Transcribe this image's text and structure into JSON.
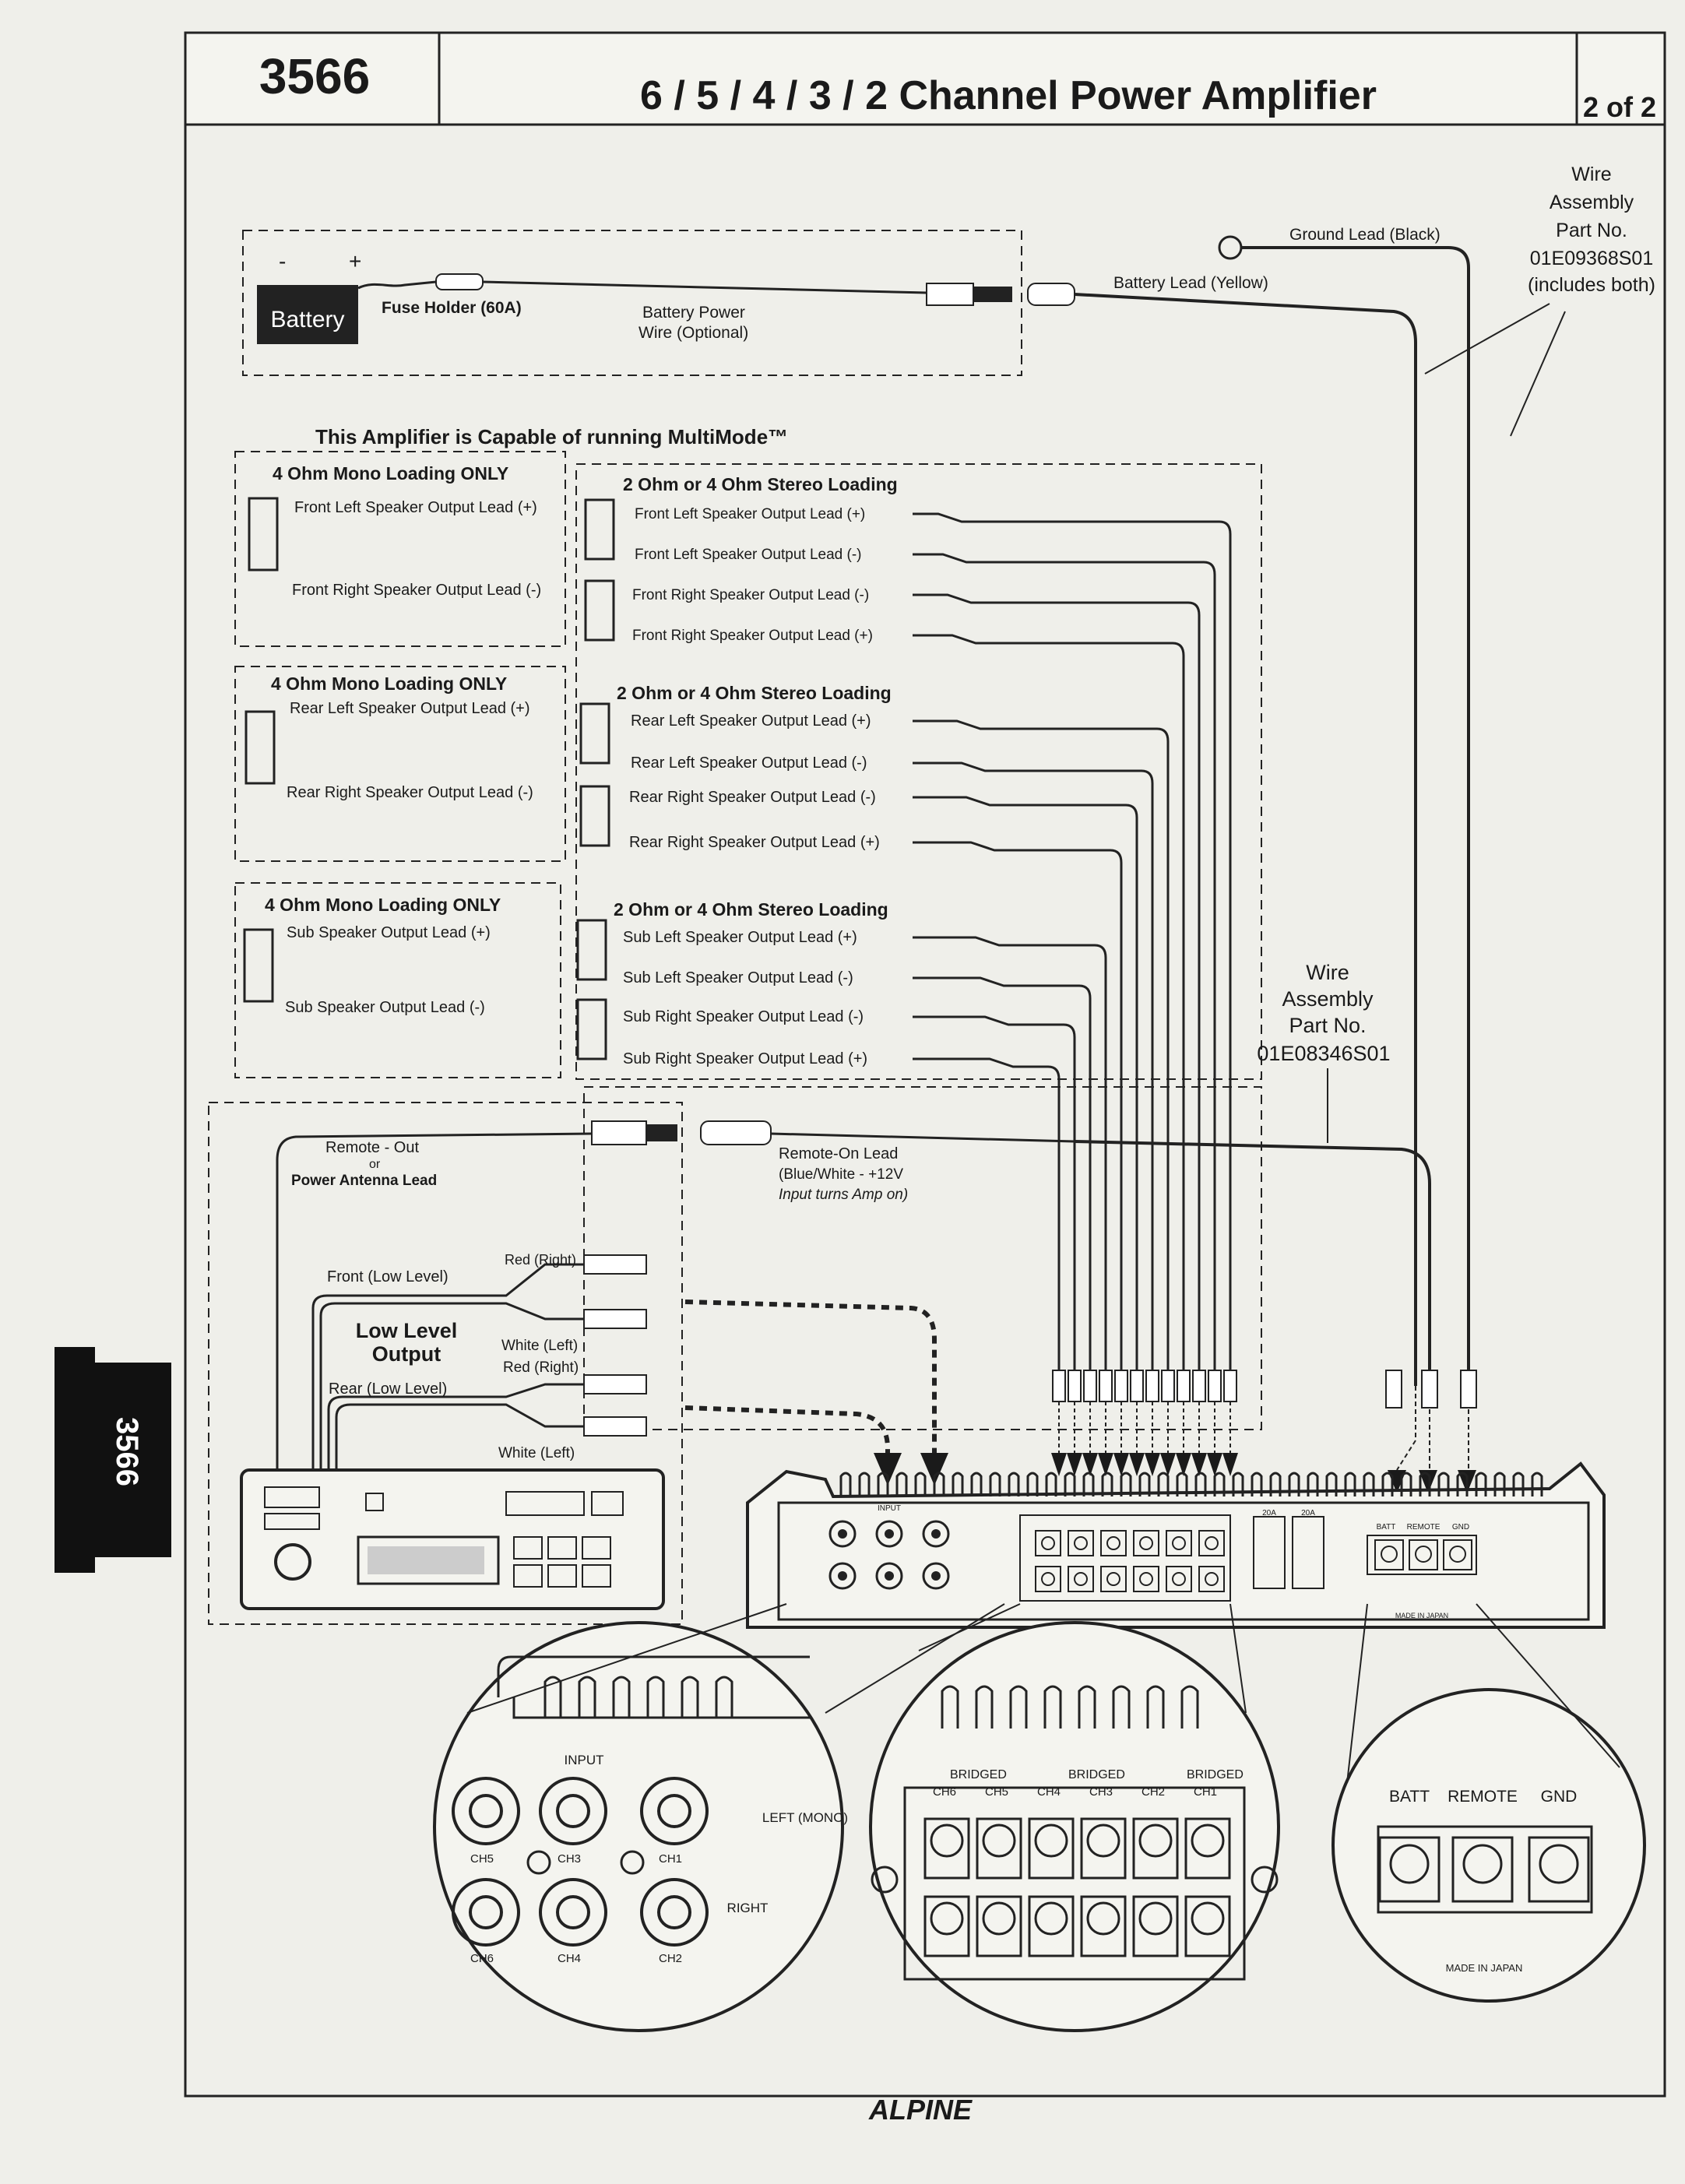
{
  "header": {
    "page_number": "3566",
    "title": "6 / 5 / 4 / 3 / 2 Channel Power Amplifier",
    "page_of": "2 of 2"
  },
  "side_tab": {
    "label": "3566"
  },
  "footer": {
    "brand": "ALPINE"
  },
  "power_section": {
    "minus_sign": "-",
    "plus_sign": "+",
    "battery_label": "Battery",
    "fuse_holder": "Fuse Holder (60A)",
    "battery_power_wire_1": "Battery Power",
    "battery_power_wire_2": "Wire (Optional)",
    "battery_lead": "Battery Lead (Yellow)",
    "ground_lead": "Ground Lead (Black)",
    "wire_assembly_top": [
      "Wire",
      "Assembly",
      "Part No.",
      "01E09368S01",
      "(includes both)"
    ]
  },
  "multimode_heading": "This Amplifier is Capable of running MultiMode™",
  "mono_front": {
    "heading": "4 Ohm Mono Loading ONLY",
    "lead_plus": "Front Left Speaker Output Lead (+)",
    "lead_minus": "Front Right Speaker Output Lead (-)"
  },
  "mono_rear": {
    "heading": "4 Ohm Mono Loading ONLY",
    "lead_plus": "Rear Left Speaker Output Lead (+)",
    "lead_minus": "Rear Right Speaker Output Lead (-)"
  },
  "mono_sub": {
    "heading": "4 Ohm Mono Loading ONLY",
    "lead_plus": "Sub Speaker Output Lead (+)",
    "lead_minus": "Sub Speaker Output Lead (-)"
  },
  "stereo_front": {
    "heading": "2 Ohm or 4 Ohm Stereo Loading",
    "leads": [
      "Front Left Speaker Output Lead (+)",
      "Front Left Speaker Output Lead (-)",
      "Front Right Speaker Output Lead (-)",
      "Front Right Speaker Output Lead (+)"
    ]
  },
  "stereo_rear": {
    "heading": "2 Ohm or 4 Ohm Stereo Loading",
    "leads": [
      "Rear Left Speaker Output Lead (+)",
      "Rear Left Speaker Output Lead (-)",
      "Rear Right Speaker Output Lead (-)",
      "Rear Right Speaker Output Lead (+)"
    ]
  },
  "stereo_sub": {
    "heading": "2 Ohm or 4 Ohm Stereo Loading",
    "leads": [
      "Sub Left Speaker Output Lead (+)",
      "Sub Left Speaker Output Lead (-)",
      "Sub Right Speaker Output Lead (-)",
      "Sub Right Speaker Output Lead (+)"
    ]
  },
  "wire_assembly_mid": [
    "Wire",
    "Assembly",
    "Part No.",
    "01E08346S01"
  ],
  "head_unit_section": {
    "remote_out_1": "Remote - Out",
    "remote_out_2": "or",
    "remote_out_3": "Power Antenna  Lead",
    "remote_on_1": "Remote-On Lead",
    "remote_on_2": "(Blue/White - +12V",
    "remote_on_3": "Input turns Amp on)",
    "front_low": "Front (Low Level)",
    "rear_low": "Rear (Low Level)",
    "low_level_1": "Low Level",
    "low_level_2": "Output",
    "red_right_1": "Red (Right)",
    "white_left_1": "White (Left)",
    "red_right_2": "Red (Right)",
    "white_left_2": "White (Left)"
  },
  "amp": {
    "input": "INPUT",
    "fuse_a": "20A",
    "fuse_b": "20A",
    "batt": "BATT",
    "remote": "REMOTE",
    "gnd": "GND",
    "made_in": "MADE IN JAPAN"
  },
  "detail_input": {
    "label": "INPUT",
    "left_mono": "LEFT (MONO)",
    "right": "RIGHT",
    "ch_top": [
      "CH5",
      "CH3",
      "CH1"
    ],
    "ch_bottom": [
      "CH6",
      "CH4",
      "CH2"
    ]
  },
  "detail_outputs": {
    "bridged": [
      "BRIDGED",
      "BRIDGED",
      "BRIDGED"
    ],
    "channels": [
      "CH6",
      "CH5",
      "CH4",
      "CH3",
      "CH2",
      "CH1"
    ]
  },
  "detail_power": {
    "batt": "BATT",
    "remote": "REMOTE",
    "gnd": "GND",
    "made_in": "MADE IN JAPAN"
  }
}
